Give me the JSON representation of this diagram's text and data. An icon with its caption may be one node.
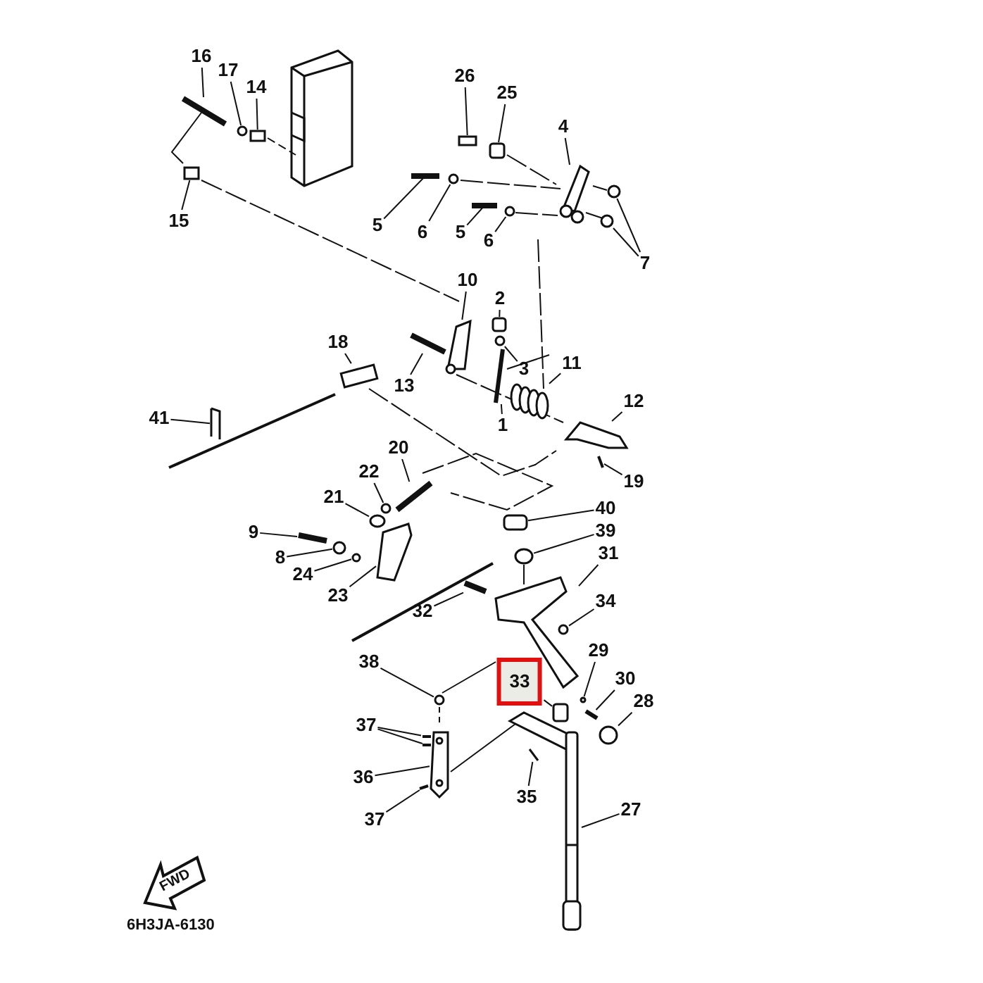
{
  "diagram": {
    "nodes": [
      {
        "text": [
          "16"
        ]
      },
      {
        "text": [
          "17"
        ]
      },
      {
        "text": [
          "14"
        ]
      },
      {
        "text": [
          "15"
        ]
      },
      {
        "text": [
          "26"
        ]
      },
      {
        "text": [
          "25"
        ]
      },
      {
        "text": [
          "4"
        ]
      },
      {
        "text": [
          "5"
        ]
      },
      {
        "text": [
          "6"
        ]
      },
      {
        "text": [
          "5"
        ]
      },
      {
        "text": [
          "6"
        ]
      },
      {
        "text": [
          "7"
        ]
      },
      {
        "text": [
          "10"
        ]
      },
      {
        "text": [
          "2"
        ]
      },
      {
        "text": [
          "3"
        ]
      },
      {
        "text": [
          "11"
        ]
      },
      {
        "text": [
          "18"
        ]
      },
      {
        "text": [
          "13"
        ]
      },
      {
        "text": [
          "1"
        ]
      },
      {
        "text": [
          "12"
        ]
      },
      {
        "text": [
          "41"
        ]
      },
      {
        "text": [
          "19"
        ]
      },
      {
        "text": [
          "20"
        ]
      },
      {
        "text": [
          "22"
        ]
      },
      {
        "text": [
          "21"
        ]
      },
      {
        "text": [
          "9"
        ]
      },
      {
        "text": [
          "40"
        ]
      },
      {
        "text": [
          "39"
        ]
      },
      {
        "text": [
          "31"
        ]
      },
      {
        "text": [
          "8"
        ]
      },
      {
        "text": [
          "24"
        ]
      },
      {
        "text": [
          "32"
        ]
      },
      {
        "text": [
          "34"
        ]
      },
      {
        "text": [
          "23"
        ]
      },
      {
        "text": [
          "38"
        ]
      },
      {
        "text": [
          "29"
        ]
      },
      {
        "text": [
          "33"
        ]
      },
      {
        "text": [
          "30"
        ]
      },
      {
        "text": [
          "28"
        ]
      },
      {
        "text": [
          "37"
        ]
      },
      {
        "text": [
          "36"
        ]
      },
      {
        "text": [
          "37"
        ]
      },
      {
        "text": [
          "35"
        ]
      },
      {
        "text": [
          "27"
        ]
      },
      {
        "text": [],
        "shape": "picture"
      },
      {
        "text": [],
        "shape": "circle"
      },
      {
        "text": [],
        "shape": "box"
      },
      {
        "text": [],
        "shape": "box"
      },
      {
        "text": [],
        "shape": "box"
      },
      {
        "text": [],
        "shape": "box"
      },
      {
        "text": [],
        "shape": "picture"
      },
      {
        "text": [],
        "shape": "picture"
      },
      {
        "text": [],
        "shape": "circle"
      },
      {
        "text": [],
        "shape": "picture"
      },
      {
        "text": [],
        "shape": "circle"
      },
      {
        "text": [],
        "shape": "circle"
      },
      {
        "text": [],
        "shape": "circle"
      },
      {
        "text": [],
        "shape": "picture"
      },
      {
        "text": [],
        "shape": "box"
      },
      {
        "text": [],
        "shape": "circle"
      },
      {
        "text": [],
        "shape": "picture"
      },
      {
        "text": [],
        "shape": "box"
      },
      {
        "text": [],
        "shape": "picture"
      },
      {
        "text": [],
        "shape": "picture"
      },
      {
        "text": [],
        "shape": "picture"
      },
      {
        "text": [],
        "shape": "picture"
      },
      {
        "text": [],
        "shape": "picture"
      },
      {
        "text": [],
        "shape": "picture"
      },
      {
        "text": [],
        "shape": "circle"
      },
      {
        "text": [],
        "shape": "circle"
      },
      {
        "text": [],
        "shape": "picture"
      },
      {
        "text": [],
        "shape": "box"
      },
      {
        "text": [],
        "shape": "circle"
      },
      {
        "text": [],
        "shape": "picture"
      },
      {
        "text": [],
        "shape": "circle"
      },
      {
        "text": [],
        "shape": "circle"
      },
      {
        "text": [],
        "shape": "picture"
      },
      {
        "text": [],
        "shape": "circle"
      },
      {
        "text": [],
        "shape": "picture"
      },
      {
        "text": [],
        "shape": "circle"
      },
      {
        "text": [],
        "shape": "circle"
      },
      {
        "text": [],
        "shape": "box"
      },
      {
        "text": [],
        "shape": "picture"
      },
      {
        "text": [],
        "shape": "circle"
      },
      {
        "text": [],
        "shape": "picture"
      },
      {
        "text": [],
        "shape": "picture"
      },
      {
        "text": [],
        "shape": "picture"
      },
      {
        "text": [],
        "shape": "picture"
      },
      {
        "text": [],
        "shape": "picture"
      },
      {
        "text": [],
        "shape": "picture"
      }
    ],
    "edges": [
      {
        "from": 0,
        "to": 44,
        "arrow": "none"
      },
      {
        "from": 1,
        "to": 45,
        "arrow": "none"
      },
      {
        "from": 2,
        "to": 46,
        "arrow": "none"
      },
      {
        "from": 3,
        "to": 47,
        "arrow": "none"
      },
      {
        "from": 4,
        "to": 48,
        "arrow": "none"
      },
      {
        "from": 5,
        "to": 49,
        "arrow": "none"
      },
      {
        "from": 6,
        "to": 50,
        "arrow": "none"
      },
      {
        "from": 7,
        "to": 51,
        "arrow": "none"
      },
      {
        "from": 8,
        "to": 52,
        "arrow": "none"
      },
      {
        "from": 9,
        "to": 53,
        "arrow": "none"
      },
      {
        "from": 10,
        "to": 54,
        "arrow": "none"
      },
      {
        "from": 11,
        "to": 55,
        "arrow": "none"
      },
      {
        "from": 11,
        "to": 56,
        "arrow": "none"
      },
      {
        "from": 12,
        "to": 57,
        "arrow": "none"
      },
      {
        "from": 13,
        "to": 58,
        "arrow": "none"
      },
      {
        "from": 14,
        "to": 59,
        "arrow": "none"
      },
      {
        "from": 15,
        "to": 60,
        "arrow": "none"
      },
      {
        "from": 16,
        "to": 61,
        "arrow": "none"
      },
      {
        "from": 17,
        "to": 62,
        "arrow": "none"
      },
      {
        "from": 18,
        "to": 63,
        "arrow": "none"
      },
      {
        "from": 19,
        "to": 64,
        "arrow": "none"
      },
      {
        "from": 20,
        "to": 65,
        "arrow": "none"
      },
      {
        "from": 21,
        "to": 66,
        "arrow": "none"
      },
      {
        "from": 22,
        "to": 67,
        "arrow": "none"
      },
      {
        "from": 23,
        "to": 68,
        "arrow": "none"
      },
      {
        "from": 24,
        "to": 69,
        "arrow": "none"
      },
      {
        "from": 25,
        "to": 70,
        "arrow": "none"
      },
      {
        "from": 26,
        "to": 71,
        "arrow": "none"
      },
      {
        "from": 27,
        "to": 72,
        "arrow": "none"
      },
      {
        "from": 28,
        "to": 73,
        "arrow": "none"
      },
      {
        "from": 29,
        "to": 74,
        "arrow": "none"
      },
      {
        "from": 30,
        "to": 75,
        "arrow": "none"
      },
      {
        "from": 31,
        "to": 76,
        "arrow": "none"
      },
      {
        "from": 32,
        "to": 77,
        "arrow": "none"
      },
      {
        "from": 33,
        "to": 78,
        "arrow": "none"
      },
      {
        "from": 34,
        "to": 79,
        "arrow": "none"
      },
      {
        "from": 35,
        "to": 80,
        "arrow": "none"
      },
      {
        "from": 36,
        "to": 81,
        "arrow": "none"
      },
      {
        "from": 37,
        "to": 82,
        "arrow": "none"
      },
      {
        "from": 38,
        "to": 83,
        "arrow": "none"
      },
      {
        "from": 39,
        "to": 84,
        "arrow": "none"
      },
      {
        "from": 39,
        "to": 85,
        "arrow": "none"
      },
      {
        "from": 40,
        "to": 86,
        "arrow": "none"
      },
      {
        "from": 41,
        "to": 87,
        "arrow": "none"
      },
      {
        "from": 42,
        "to": 88,
        "arrow": "none"
      },
      {
        "from": 43,
        "to": 89,
        "arrow": "none"
      }
    ],
    "labels": [
      "FWD",
      "6H3JA-6130"
    ]
  }
}
